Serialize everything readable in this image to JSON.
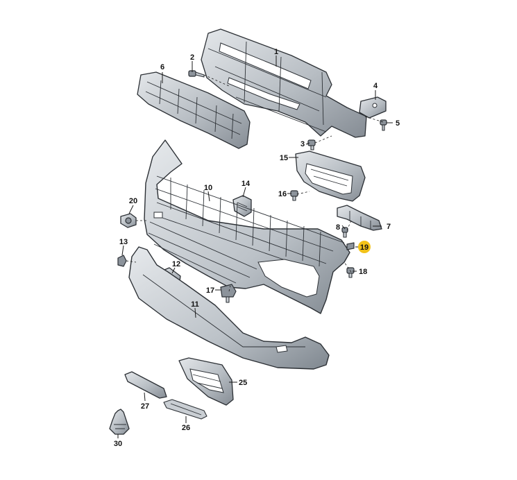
{
  "callouts": {
    "c1": "1",
    "c2": "2",
    "c3": "3",
    "c4": "4",
    "c5": "5",
    "c6": "6",
    "c7": "7",
    "c8": "8",
    "c10": "10",
    "c11": "11",
    "c12": "12",
    "c13": "13",
    "c14": "14",
    "c15": "15",
    "c16": "16",
    "c17": "17",
    "c18": "18",
    "c19": "19",
    "c20": "20",
    "c25": "25",
    "c26": "26",
    "c27": "27",
    "c30": "30"
  },
  "colors": {
    "part_light": "#d9dde1",
    "part_dark": "#7d858d",
    "outline": "#2c3035",
    "highlight": "#f2c21a"
  },
  "highlighted_callout": "19"
}
